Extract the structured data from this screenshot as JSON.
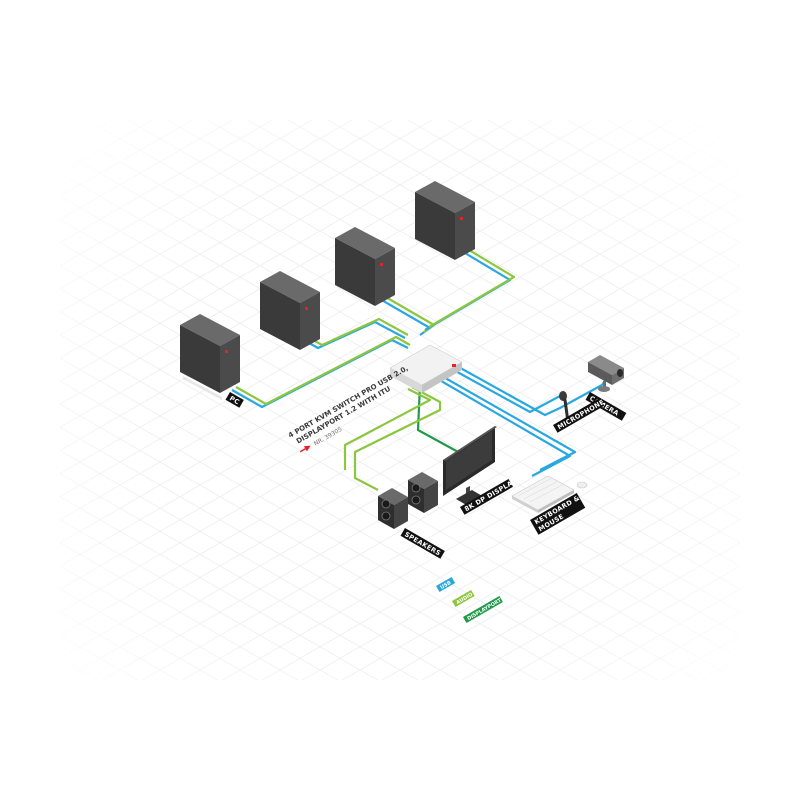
{
  "diagram": {
    "device": {
      "line1": "4 PORT KVM SWITCH PRO USB 2.0,",
      "line2": "DISPLAYPORT 1.2 WITH ITU",
      "model": "NR. 39305"
    },
    "labels": {
      "pc": "PC",
      "camera": "CAMERA",
      "microphone": "MICROPHONE",
      "display": "8K DP DISPLAY",
      "keyboard_line1": "KEYBOARD &",
      "keyboard_line2": "MOUSE",
      "speakers": "SPEAKERS"
    },
    "legend": [
      {
        "label": "USB",
        "color": "#29a8e0"
      },
      {
        "label": "AUDIO",
        "color": "#8cc63f"
      },
      {
        "label": "DISPLAYPORT",
        "color": "#1f9a4a"
      }
    ],
    "colors": {
      "usb": "#29a8e0",
      "audio": "#8cc63f",
      "displayport": "#1f9a4a",
      "label_bg": "#111111",
      "accent": "#e8202a"
    }
  }
}
